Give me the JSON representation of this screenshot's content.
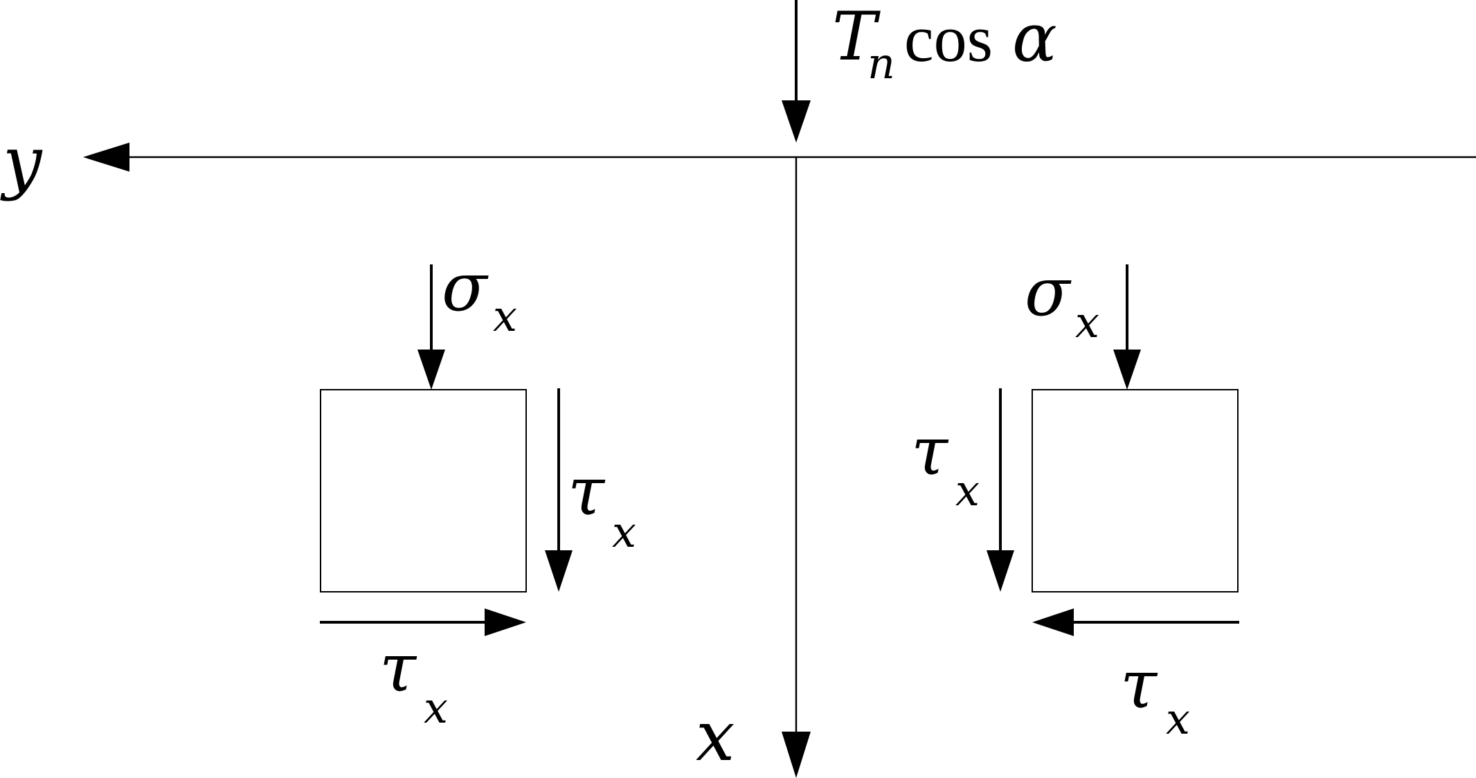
{
  "axes": {
    "y_label": "y",
    "x_label": "x"
  },
  "load": {
    "symbol": "T",
    "subscript": "n",
    "function": "cos",
    "angle": "α"
  },
  "left_element": {
    "normal_stress": {
      "symbol": "σ",
      "subscript": "x"
    },
    "shear_right": {
      "symbol": "τ",
      "subscript": "x"
    },
    "shear_bottom": {
      "symbol": "τ",
      "subscript": "x"
    }
  },
  "right_element": {
    "normal_stress": {
      "symbol": "σ",
      "subscript": "x"
    },
    "shear_left": {
      "symbol": "τ",
      "subscript": "x"
    },
    "shear_bottom": {
      "symbol": "τ",
      "subscript": "x"
    }
  }
}
